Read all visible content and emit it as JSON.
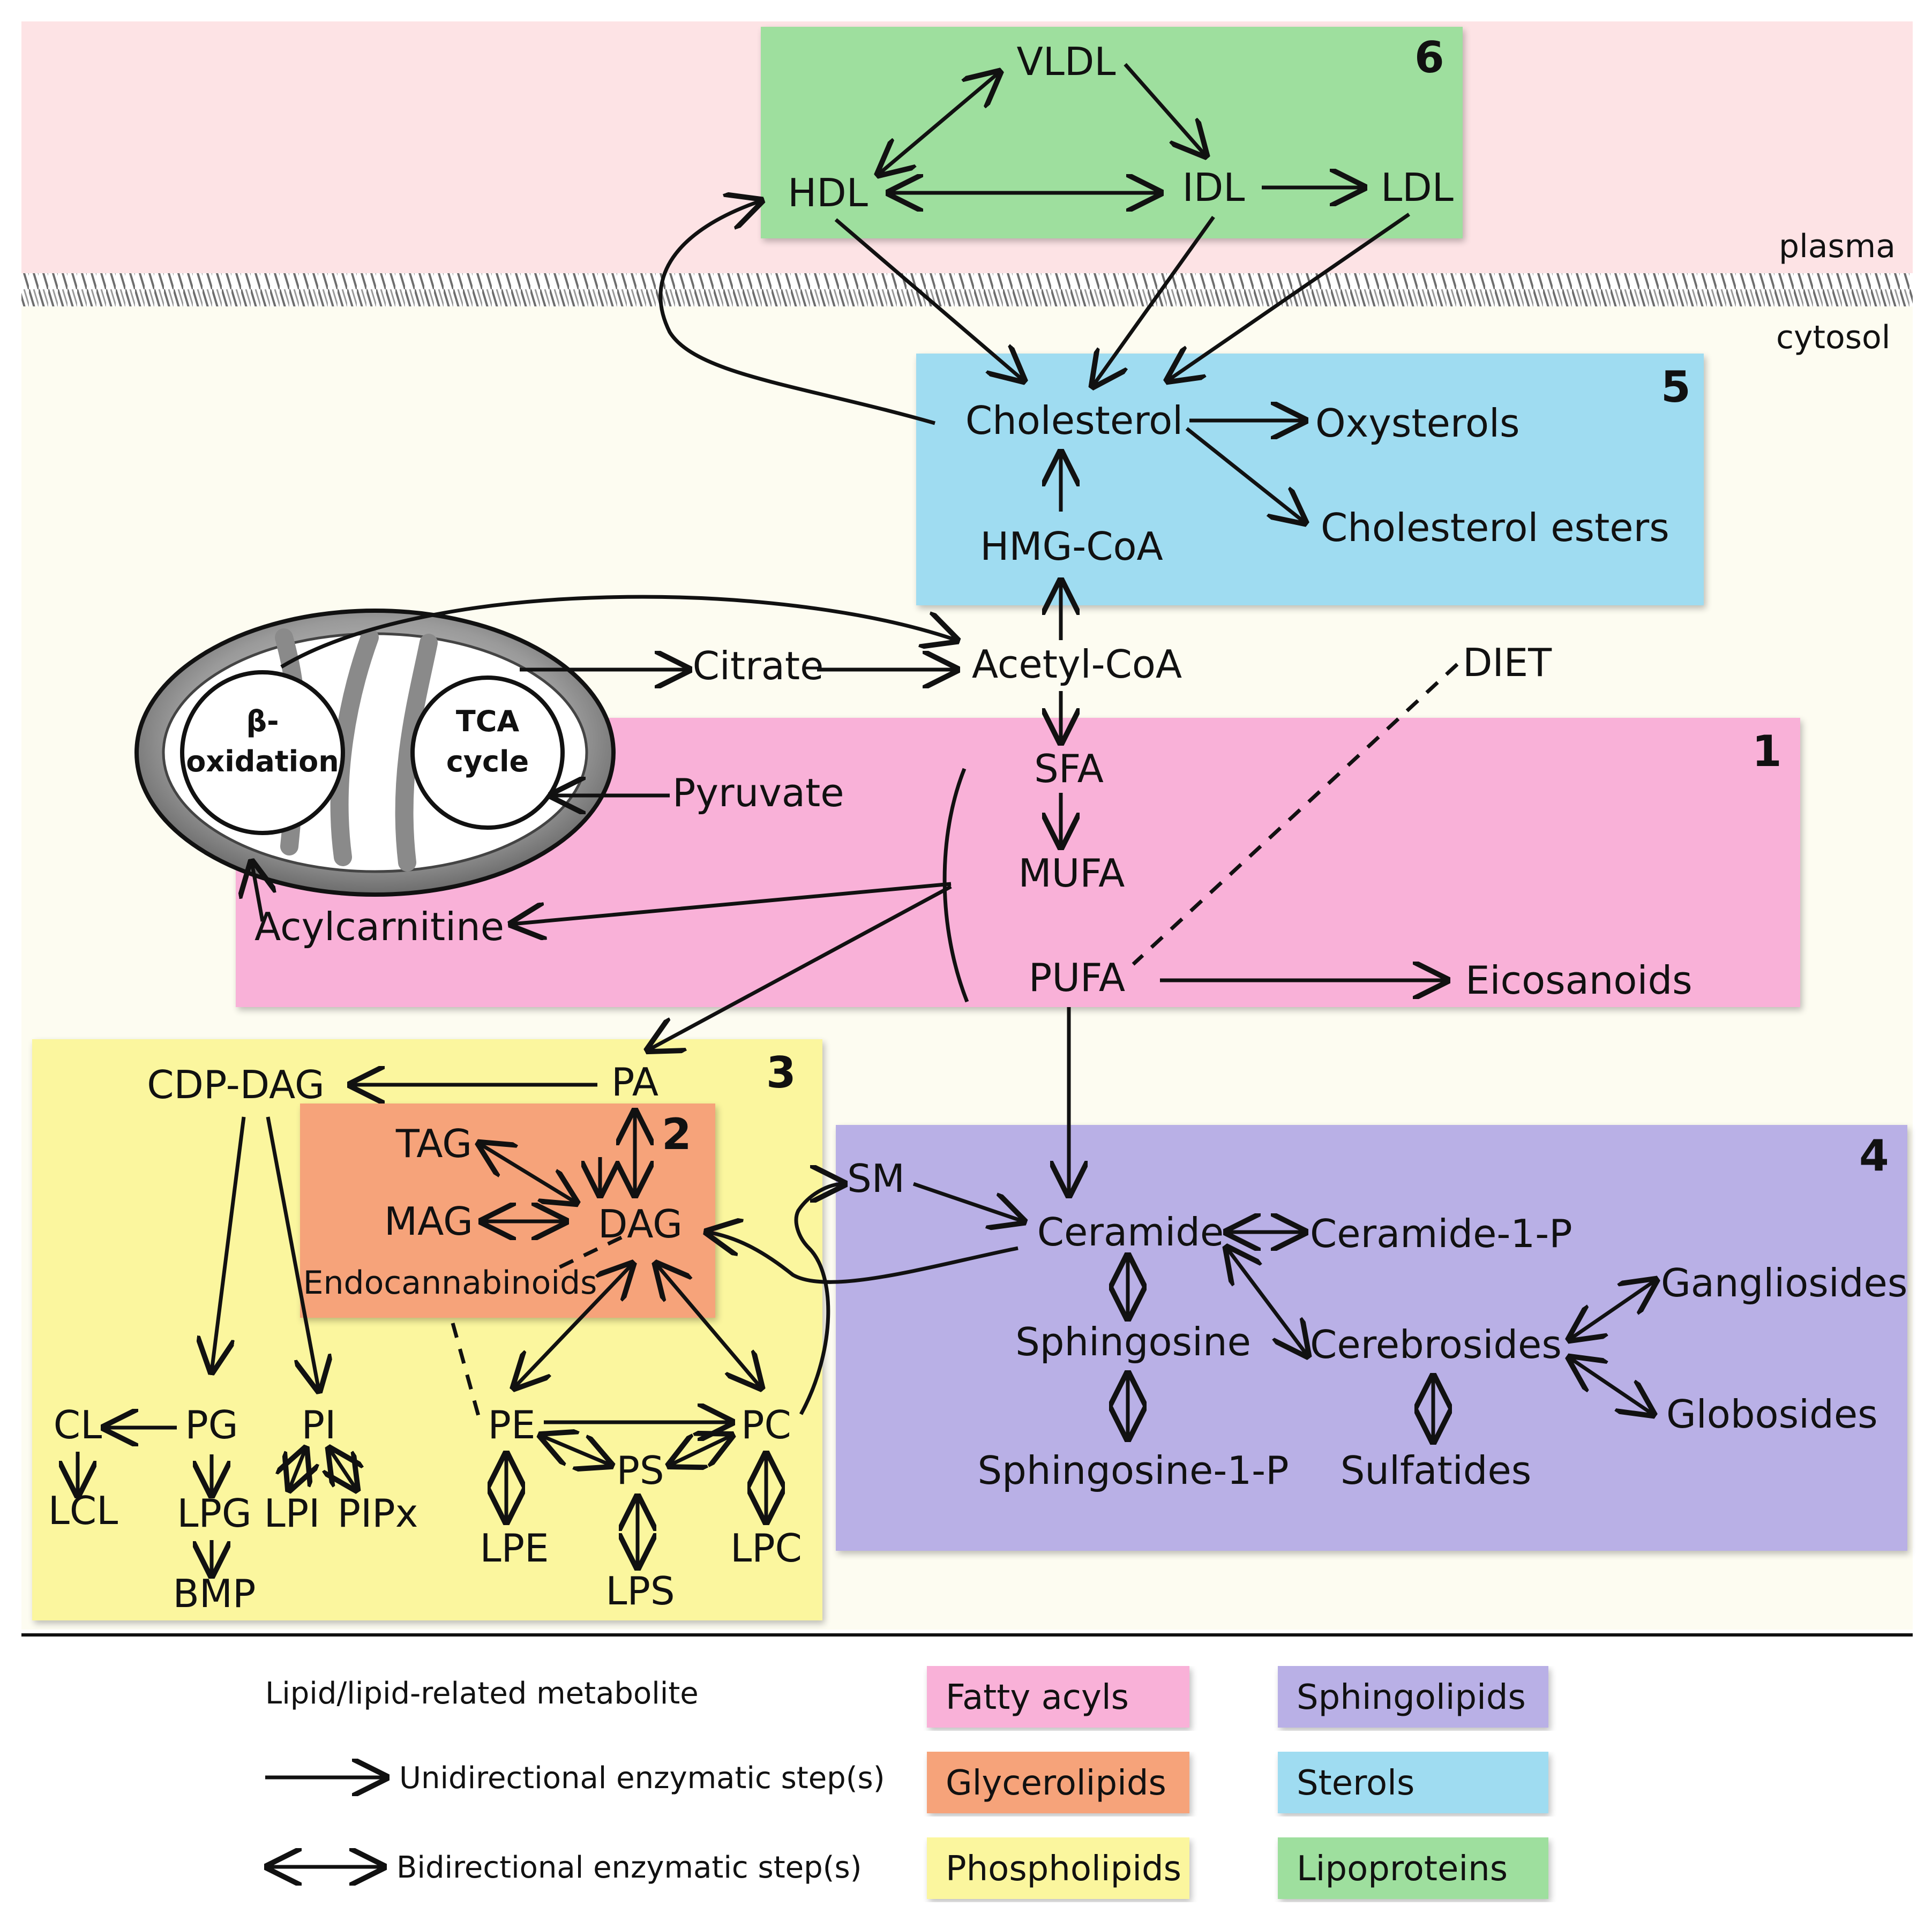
{
  "compartments": {
    "plasma": "plasma",
    "cytosol": "cytosol"
  },
  "colors": {
    "plasma_bg": "#fde3e5",
    "cytosol_bg": "#fdfcf1",
    "fatty_acyls": "#f9b1d8",
    "glycerolipids": "#f6a37a",
    "phospholipids": "#fbf69e",
    "sphingolipids": "#b9b0e6",
    "sterols": "#9fdcf1",
    "lipoproteins": "#9edf9e"
  },
  "region_numbers": {
    "fatty_acyls": "1",
    "glycerolipids": "2",
    "phospholipids": "3",
    "sphingolipids": "4",
    "sterols": "5",
    "lipoproteins": "6"
  },
  "lipoproteins": {
    "vldl": "VLDL",
    "hdl": "HDL",
    "idl": "IDL",
    "ldl": "LDL"
  },
  "sterols": {
    "cholesterol": "Cholesterol",
    "oxysterols": "Oxysterols",
    "cholesterol_esters": "Cholesterol esters",
    "hmg_coa": "HMG-CoA"
  },
  "central": {
    "acetyl_coa": "Acetyl-CoA",
    "citrate": "Citrate",
    "diet": "DIET",
    "pyruvate": "Pyruvate"
  },
  "mitochondrion": {
    "beta_oxidation_line1": "β-",
    "beta_oxidation_line2": "oxidation",
    "tca_line1": "TCA",
    "tca_line2": "cycle"
  },
  "fatty_acyls": {
    "sfa": "SFA",
    "mufa": "MUFA",
    "pufa": "PUFA",
    "acylcarnitine": "Acylcarnitine",
    "eicosanoids": "Eicosanoids"
  },
  "glycerolipids": {
    "tag": "TAG",
    "mag": "MAG",
    "dag": "DAG",
    "endocannabinoids": "Endocannabinoids"
  },
  "phospholipids": {
    "cdp_dag": "CDP-DAG",
    "pa": "PA",
    "cl": "CL",
    "pg": "PG",
    "pi": "PI",
    "lcl": "LCL",
    "lpg": "LPG",
    "lpi": "LPI",
    "pipx": "PIPx",
    "bmp": "BMP",
    "pe": "PE",
    "pc": "PC",
    "ps": "PS",
    "lpe": "LPE",
    "lps": "LPS",
    "lpc": "LPC"
  },
  "sphingolipids": {
    "sm": "SM",
    "ceramide": "Ceramide",
    "ceramide_1_p": "Ceramide-1-P",
    "sphingosine": "Sphingosine",
    "sphingosine_1_p": "Sphingosine-1-P",
    "cerebrosides": "Cerebrosides",
    "sulfatides": "Sulfatides",
    "gangliosides": "Gangliosides",
    "globosides": "Globosides"
  },
  "legend": {
    "metabolite": "Lipid/lipid-related metabolite",
    "unidirectional": "Unidirectional enzymatic step(s)",
    "bidirectional": "Bidirectional enzymatic step(s)",
    "classes": {
      "fatty_acyls": "Fatty acyls",
      "glycerolipids": "Glycerolipids",
      "phospholipids": "Phospholipids",
      "sphingolipids": "Sphingolipids",
      "sterols": "Sterols",
      "lipoproteins": "Lipoproteins"
    }
  }
}
